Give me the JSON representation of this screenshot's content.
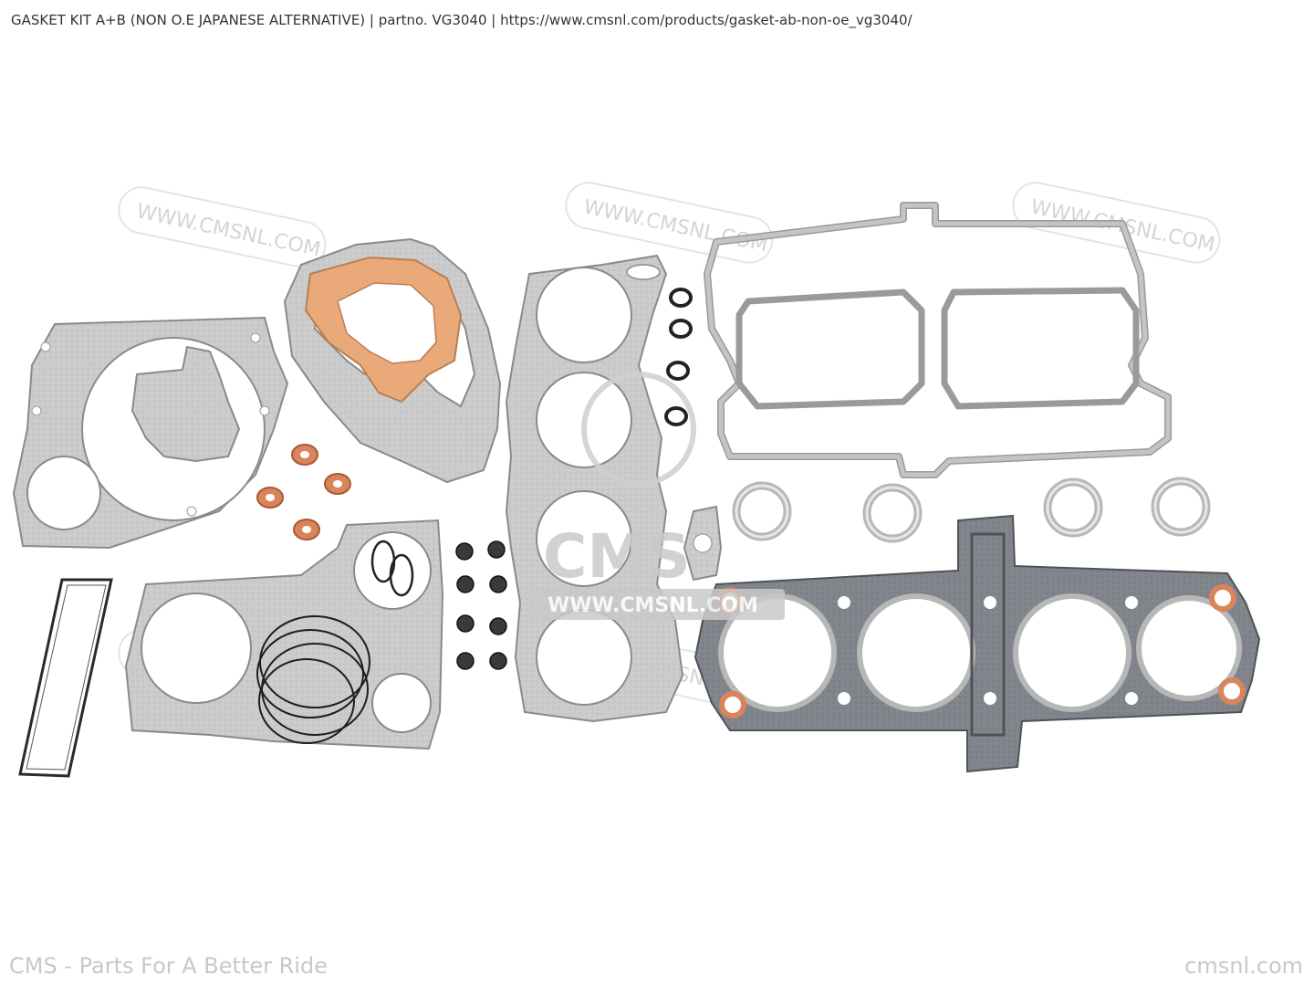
{
  "header": {
    "title_text": "GASKET KIT A+B (NON O.E JAPANESE ALTERNATIVE) | partno. VG3040  | https://www.cmsnl.com/products/gasket-ab-non-oe_vg3040/"
  },
  "watermark": {
    "url_text": "WWW.CMSNL.COM",
    "logo_text": "CMS",
    "logo_url_text": "WWW.CMSNL.COM"
  },
  "footer": {
    "tagline": "CMS - Parts For A Better Ride",
    "site": "cmsnl.com"
  },
  "colors": {
    "gasket_grey": "#c9c9c9",
    "gasket_outline": "#8a8a8a",
    "cork_orange": "#e9a978",
    "copper": "#d9845a",
    "head_gasket_dark": "#7e8288",
    "watermark_grey": "#d4d4d4"
  }
}
